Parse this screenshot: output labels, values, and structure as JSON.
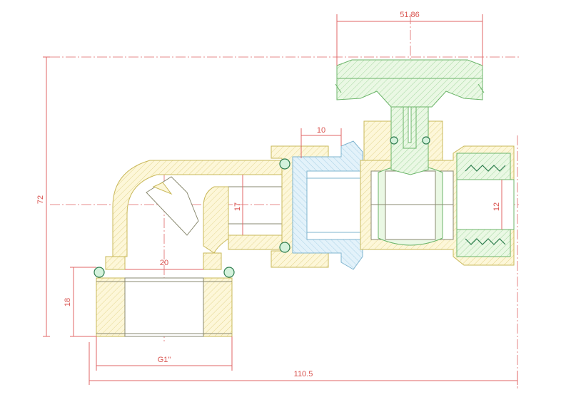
{
  "drawing": {
    "dims": {
      "handle_width": "51.86",
      "total_height": "72",
      "port_offset": "10",
      "bore": "17",
      "inner_width": "20",
      "outlet_diameter": "12",
      "thread_height": "18",
      "thread_spec": "G1\"",
      "total_length": "110.5"
    },
    "colors": {
      "dimension": "#e06666",
      "body": "#fdf7d9",
      "handle": "#e8f7e2",
      "nut": "#e3f2fa",
      "oring": "#2e7d4f"
    }
  }
}
